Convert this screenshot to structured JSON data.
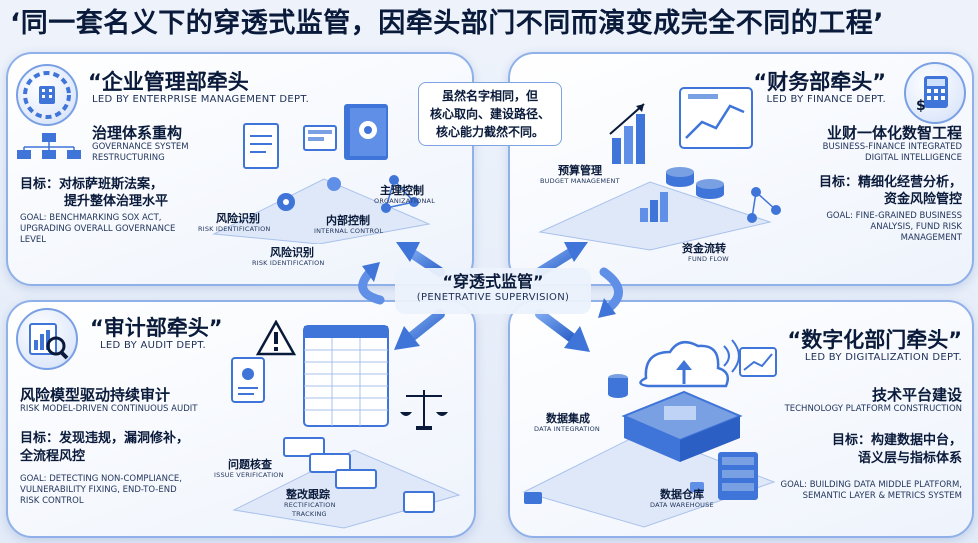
{
  "title": "‘同一套名义下的穿透式监管，因牵头部门不同而演变成完全不同的工程’",
  "center": {
    "label_cn": "“穿透式监管”",
    "label_en": "(PENETRATIVE SUPERVISION)"
  },
  "callout": {
    "lines": [
      "虽然名字相同，但",
      "核心取向、建设路径、",
      "核心能力截然不同。"
    ]
  },
  "panels": {
    "enterprise": {
      "heading_cn": "“企业管理部牵头",
      "heading_en": "LED BY ENTERPRISE MANAGEMENT DEPT.",
      "sub_cn": "治理体系重构",
      "sub_en": [
        "GOVERNANCE SYSTEM",
        "RESTRUCTURING"
      ],
      "goal_cn": [
        "目标：对标萨班斯法案，",
        "提升整体治理水平"
      ],
      "goal_en": [
        "GOAL: BENCHMARKING SOX ACT,",
        "UPGRADING OVERALL GOVERNANCE",
        "LEVEL"
      ],
      "labels": [
        {
          "cn": "主理控制",
          "en": "ORGANIZATIONAL"
        },
        {
          "cn": "风险识别",
          "en": "RISK IDENTIFICATION"
        },
        {
          "cn": "内部控制",
          "en": "INTERNAL CONTROL"
        },
        {
          "cn": "风险识别",
          "en": "RISK IDENTIFICATION"
        }
      ],
      "icon": "org-chart-icon"
    },
    "finance": {
      "heading_cn": "“财务部牵头”",
      "heading_en": "LED BY FINANCE DEPT.",
      "sub_cn": "业财一体化数智工程",
      "sub_en": [
        "BUSINESS-FINANCE INTEGRATED",
        "DIGITAL INTELLIGENCE"
      ],
      "goal_cn": [
        "目标：精细化经营分析，",
        "资金风险管控"
      ],
      "goal_en": [
        "GOAL: FINE-GRAINED BUSINESS",
        "ANALYSIS, FUND RISK",
        "MANAGEMENT"
      ],
      "labels": [
        {
          "cn": "预算管理",
          "en": "BUDGET MANAGEMENT"
        },
        {
          "cn": "资金流转",
          "en": "FUND FLOW"
        }
      ],
      "icon": "calculator-icon"
    },
    "audit": {
      "heading_cn": "“审计部牵头”",
      "heading_en": "LED BY AUDIT DEPT.",
      "sub_cn": "风险模型驱动持续审计",
      "sub_en": [
        "RISK MODEL-DRIVEN CONTINUOUS AUDIT"
      ],
      "goal_cn": [
        "目标：发现违规，漏洞修补，",
        "全流程风控"
      ],
      "goal_en": [
        "GOAL: DETECTING NON-COMPLIANCE,",
        "VULNERABILITY FIXING, END-TO-END",
        "RISK CONTROL"
      ],
      "labels": [
        {
          "cn": "问题核查",
          "en": "ISSUE VERIFICATION"
        },
        {
          "cn": "整改跟踪",
          "en": "RECTIFICATION"
        },
        {
          "cn": "",
          "en": "TRACKING"
        }
      ],
      "icon": "magnifier-chart-icon"
    },
    "digital": {
      "heading_cn": "“数字化部门牵头”",
      "heading_en": "LED BY DIGITALIZATION DEPT.",
      "sub_cn": "技术平台建设",
      "sub_en": [
        "TECHNOLOGY PLATFORM CONSTRUCTION"
      ],
      "goal_cn": [
        "目标：构建数据中台，",
        "语义层与指标体系"
      ],
      "goal_en": [
        "GOAL: BUILDING DATA MIDDLE PLATFORM,",
        "SEMANTIC LAYER & METRICS SYSTEM"
      ],
      "labels": [
        {
          "cn": "数据集成",
          "en": "DATA INTEGRATION"
        },
        {
          "cn": "数据仓库",
          "en": "DATA WAREHOUSE"
        }
      ],
      "icon": "cloud-server-icon"
    }
  },
  "colors": {
    "accent": "#3f74d8",
    "panel_border": "#8fb0e8",
    "text": "#0a1a3a"
  }
}
